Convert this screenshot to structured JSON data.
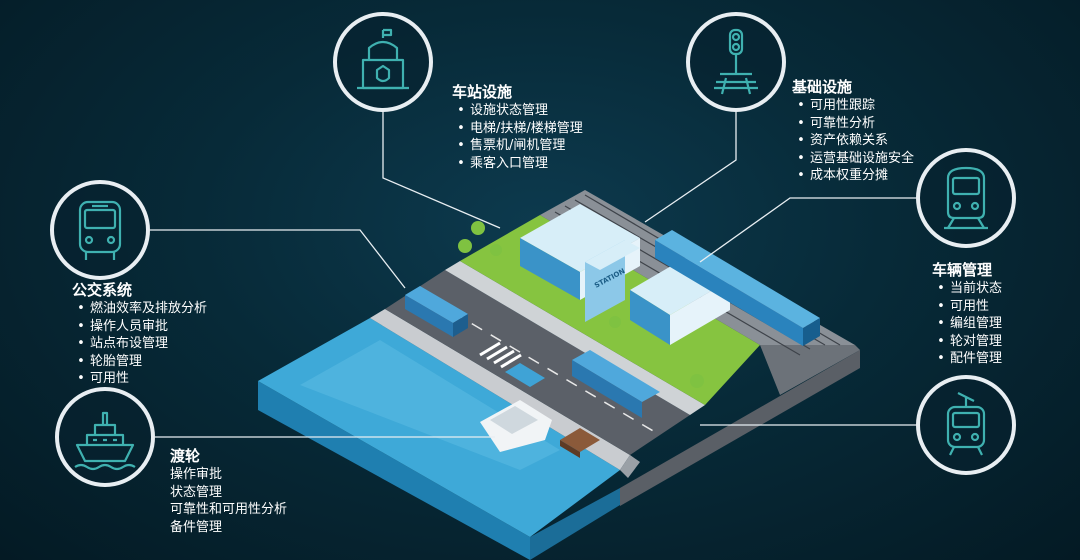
{
  "colors": {
    "accent": "#3fb1b0",
    "line": "#e8eef2",
    "background": "#05202c"
  },
  "sections": {
    "station": {
      "title": "车站设施",
      "icon": "station-building-icon",
      "items": [
        "设施状态管理",
        "电梯/扶梯/楼梯管理",
        "售票机/闸机管理",
        "乘客入口管理"
      ]
    },
    "infrastructure": {
      "title": "基础设施",
      "icon": "traffic-signal-icon",
      "items": [
        "可用性跟踪",
        "可靠性分析",
        "资产依赖关系",
        "运营基础设施安全",
        "成本权重分摊"
      ]
    },
    "bus": {
      "title": "公交系统",
      "icon": "bus-icon",
      "items": [
        "燃油效率及排放分析",
        "操作人员审批",
        "站点布设管理",
        "轮胎管理",
        "可用性"
      ]
    },
    "vehicle": {
      "title": "车辆管理",
      "icon": "train-icon",
      "items": [
        "当前状态",
        "可用性",
        "编组管理",
        "轮对管理",
        "配件管理"
      ]
    },
    "ferry": {
      "title": "渡轮",
      "icon": "ship-icon",
      "items": [
        "操作审批",
        "状态管理",
        "可靠性和可用性分析",
        "备件管理"
      ]
    },
    "tram": {
      "icon": "tram-icon"
    }
  },
  "scene": {
    "station_sign": "STATION"
  }
}
